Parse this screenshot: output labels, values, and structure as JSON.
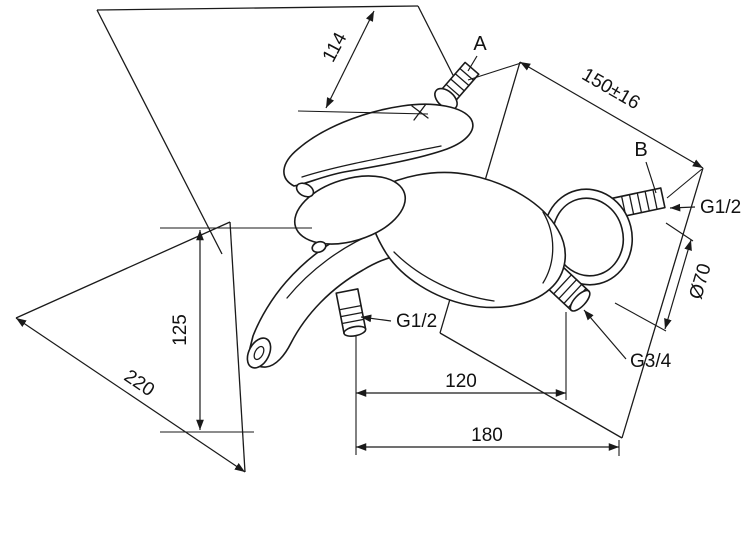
{
  "drawing": {
    "subject": "Wall-mounted single-lever bath mixer installation dimensions",
    "line_color": "#1a1a1a",
    "background": "#ffffff"
  },
  "dimensions": {
    "dim_114": "114",
    "dim_150": "150±16",
    "dim_70": "Ø70",
    "dim_125": "125",
    "dim_220": "220",
    "dim_120": "120",
    "dim_180": "180"
  },
  "threads": {
    "inlet": "G1/2",
    "bottom_outlet": "G1/2",
    "shower": "G3/4"
  },
  "callouts": {
    "a": "A",
    "b": "B"
  }
}
